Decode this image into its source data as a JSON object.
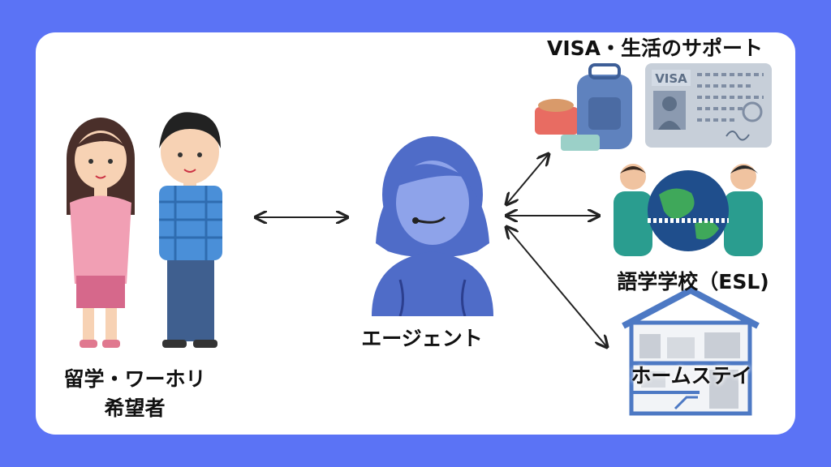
{
  "labels": {
    "applicant_line1": "留学・ワーホリ",
    "applicant_line2": "希望者",
    "agent": "エージェント",
    "visa_support": "VISA・生活のサポート",
    "language_school": "語学学校（ESL)",
    "homestay": "ホームステイ"
  },
  "visa_card_text": "VISA",
  "colors": {
    "background": "#5b73f5",
    "card": "#ffffff",
    "agent": "#4f6cc8",
    "arrow": "#222222"
  },
  "icons": {
    "applicants": "two-people-illustration",
    "agent": "headset-operator-illustration",
    "visa": "luggage-and-visa-card-illustration",
    "school": "people-holding-globe-illustration",
    "homestay": "house-cross-section-illustration"
  }
}
